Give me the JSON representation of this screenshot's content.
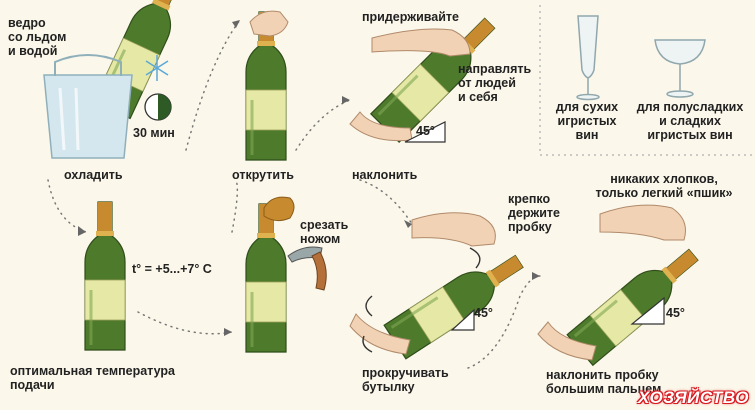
{
  "labels": {
    "ice_bucket": "ведро\nсо льдом\nи водой",
    "chill_time": "30 мин",
    "chill": "охладить",
    "unscrew": "открутить",
    "hold": "придерживайте",
    "point_away": "направлять\nот людей\nи себя",
    "tilt": "наклонить",
    "cut_knife": "срезать\nножом",
    "temperature": "t° = +5...+7° C",
    "serving_temp": "оптимальная температура\nподачи",
    "rotate_bottle": "прокручивать\nбутылку",
    "hold_cork": "крепко\nдержите\nпробку",
    "no_pops": "никаких хлопков,\nтолько легкий «пшик»",
    "tilt_cork": "наклонить пробку\nбольшим пальцем",
    "dry_wines": "для сухих\nигристых\nвин",
    "sweet_wines": "для полусладких\nи сладких\nигристых вин",
    "angle_1": "45°",
    "angle_2": "45°",
    "angle_3": "45°"
  },
  "brand": "ХОЗЯЙСТВО",
  "colors": {
    "bottle_green": "#4e7a2c",
    "bottle_label": "#e6e9a6",
    "foil_gold": "#c78a2e",
    "bucket_blue": "#d5e7ee",
    "bucket_edge": "#8fb0bb",
    "skin": "#f2d2b5",
    "background": "#fbf7ea",
    "brand_red": "#d71920"
  },
  "icons": [
    "snowflake-icon",
    "clock-icon",
    "champagne-flute-icon",
    "champagne-coupe-icon",
    "knife-icon",
    "cork-icon",
    "rotate-arrow-icon",
    "hand-icon"
  ]
}
